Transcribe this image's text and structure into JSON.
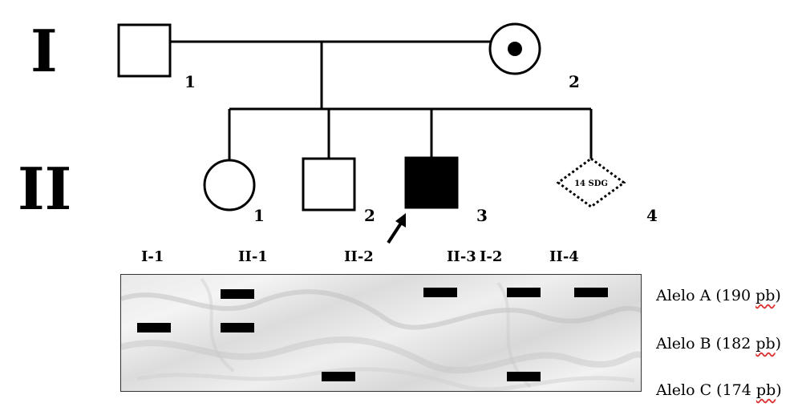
{
  "generations": {
    "gen1": "I",
    "gen2": "II"
  },
  "individuals": {
    "gen1": [
      {
        "number": "1",
        "sex": "male",
        "status": "unaffected"
      },
      {
        "number": "2",
        "sex": "female",
        "status": "carrier"
      }
    ],
    "gen2": [
      {
        "number": "1",
        "sex": "female",
        "status": "unaffected"
      },
      {
        "number": "2",
        "sex": "male",
        "status": "unaffected"
      },
      {
        "number": "3",
        "sex": "male",
        "status": "affected",
        "proband": true
      },
      {
        "number": "4",
        "sex": "unknown",
        "status": "pregnancy",
        "label": "14 SDG"
      }
    ]
  },
  "gel": {
    "lanes": [
      "I-1",
      "II-1",
      "II-2",
      "II-3",
      "I-2",
      "II-4"
    ],
    "alleles": [
      {
        "name": "Alelo A (190 ",
        "unit": "pb",
        "close": ")"
      },
      {
        "name": "Alelo B (182 ",
        "unit": "pb",
        "close": ")"
      },
      {
        "name": "Alelo C (174 ",
        "unit": "pb",
        "close": ")"
      }
    ],
    "bands": [
      {
        "lane": "I-1",
        "alleles": [
          "B"
        ]
      },
      {
        "lane": "II-1",
        "alleles": [
          "A",
          "B"
        ]
      },
      {
        "lane": "II-2",
        "alleles": [
          "C"
        ]
      },
      {
        "lane": "II-3",
        "alleles": [
          "A"
        ]
      },
      {
        "lane": "I-2",
        "alleles": [
          "A",
          "C"
        ]
      },
      {
        "lane": "II-4",
        "alleles": [
          "A"
        ]
      }
    ]
  }
}
